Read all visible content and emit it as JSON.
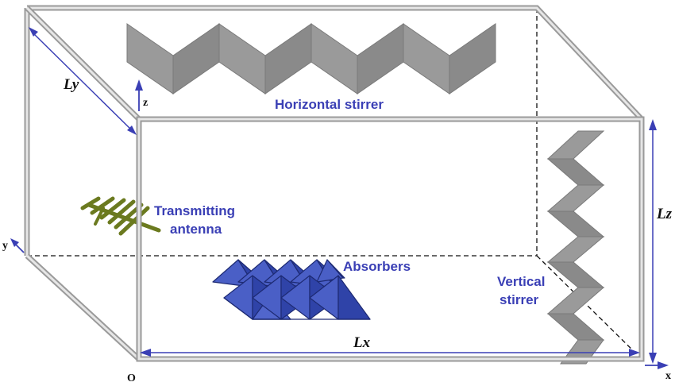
{
  "labels": {
    "horizontal_stirrer": "Horizontal stirrer",
    "vertical_stirrer_line1": "Vertical",
    "vertical_stirrer_line2": "stirrer",
    "transmitting_line1": "Transmitting",
    "transmitting_line2": "antenna",
    "absorbers": "Absorbers",
    "lx": "Lx",
    "ly": "Ly",
    "lz": "Lz",
    "axis_x": "x",
    "axis_y": "y",
    "axis_z": "z",
    "origin": "O"
  },
  "colors": {
    "label_blue": "#3a3fb5",
    "frame_gray": "#9a9a9a",
    "stirrer_gray": "#8c8c8c",
    "absorber_blue": "#3d52b8",
    "antenna_olive": "#6b7a1f"
  }
}
